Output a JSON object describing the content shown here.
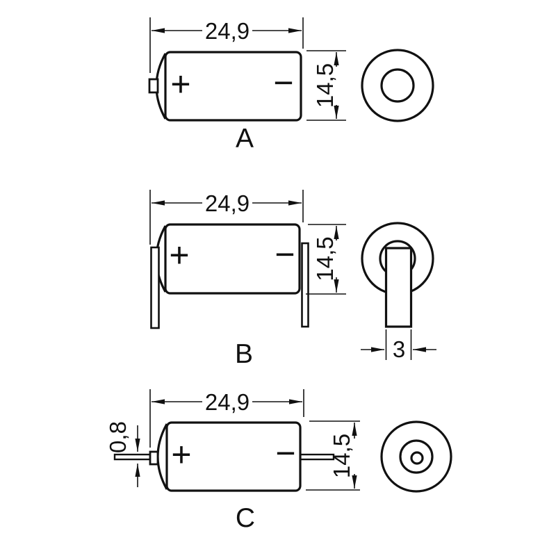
{
  "drawing": {
    "background": "#ffffff",
    "line_color": "#111111",
    "variants": {
      "a": {
        "label": "A",
        "length": "24,9",
        "diameter": "14,5",
        "positive": "+",
        "negative": "−"
      },
      "b": {
        "label": "B",
        "length": "24,9",
        "diameter": "14,5",
        "tab_width": "3",
        "positive": "+",
        "negative": "−"
      },
      "c": {
        "label": "C",
        "length": "24,9",
        "diameter": "14,5",
        "wire_diameter": "0,8",
        "positive": "+",
        "negative": "−"
      }
    }
  }
}
